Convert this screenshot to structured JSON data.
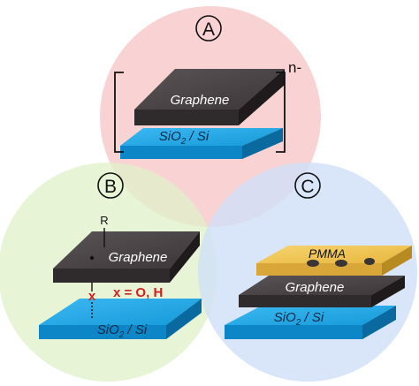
{
  "circles": {
    "a": {
      "letter": "A",
      "color": "#f7c3c6"
    },
    "b": {
      "letter": "B",
      "color": "#dff0c8"
    },
    "c": {
      "letter": "C",
      "color": "#cfe0f8"
    }
  },
  "panel_a": {
    "top_layer": "Graphene",
    "bottom_layer_main": "SiO",
    "bottom_layer_sub": "2",
    "bottom_layer_rest": " / Si",
    "repeat_label": "n-"
  },
  "panel_b": {
    "group": "R",
    "top_layer": "Graphene",
    "bond_label": "x",
    "atom_label": "x = O, H",
    "bottom_layer_main": "SiO",
    "bottom_layer_sub": "2",
    "bottom_layer_rest": " / Si"
  },
  "panel_c": {
    "resist_layer": "PMMA",
    "middle_layer": "Graphene",
    "bottom_layer_main": "SiO",
    "bottom_layer_sub": "2",
    "bottom_layer_rest": " / Si"
  },
  "colors": {
    "graphene_top": "#4a4447",
    "graphene_side": "#2b2628",
    "substrate_top": "#1fa4e6",
    "substrate_side": "#0b78b8",
    "pmma_top": "#f0c550",
    "pmma_side": "#c99a2a",
    "label_red": "#d51f1f"
  }
}
